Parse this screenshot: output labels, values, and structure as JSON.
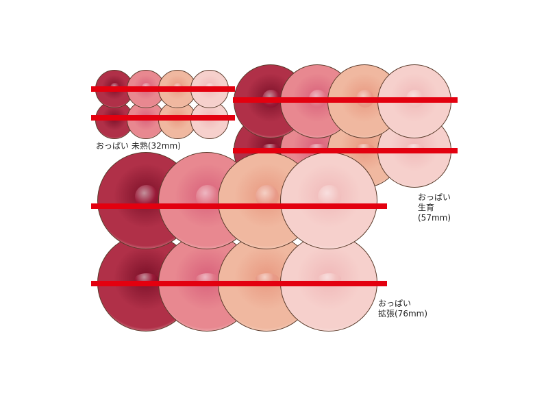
{
  "labels": {
    "small": "おっぱい 未熟(32mm)",
    "medium_1": "おっぱい",
    "medium_2": "生育",
    "medium_3": "(57mm)",
    "large_1": "おっぱい",
    "large_2": "拡張(76mm)"
  },
  "tones": [
    {
      "outer": "#f8efe6",
      "mid": "#b03048",
      "core": "#7a1028",
      "nip": "#9a1a38"
    },
    {
      "outer": "#f8ece6",
      "mid": "#e88890",
      "core": "#d8607a",
      "nip": "#e07888"
    },
    {
      "outer": "#fbf0e8",
      "mid": "#f0b8a0",
      "core": "#e89880",
      "nip": "#e89a88"
    },
    {
      "outer": "#fbf3ee",
      "mid": "#f6d0cc",
      "core": "#f0b8b8",
      "nip": "#f2c2c0"
    }
  ],
  "bar_color": "#e3000f"
}
